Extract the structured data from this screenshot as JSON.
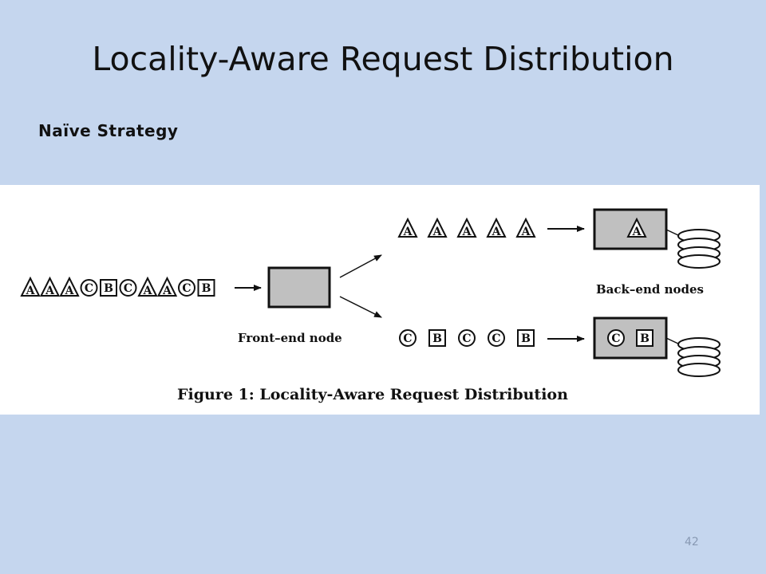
{
  "slide": {
    "title": "Locality-Aware Request Distribution",
    "subtitle": "Naïve Strategy",
    "page_number": "42"
  },
  "figure": {
    "caption": "Figure 1: Locality-Aware Request Distribution",
    "front_end_label": "Front–end node",
    "back_end_label": "Back–end nodes",
    "incoming_queue": [
      {
        "shape": "triangle",
        "label": "A"
      },
      {
        "shape": "triangle",
        "label": "A"
      },
      {
        "shape": "triangle",
        "label": "A"
      },
      {
        "shape": "circle",
        "label": "C"
      },
      {
        "shape": "square",
        "label": "B"
      },
      {
        "shape": "circle",
        "label": "C"
      },
      {
        "shape": "triangle",
        "label": "A"
      },
      {
        "shape": "triangle",
        "label": "A"
      },
      {
        "shape": "circle",
        "label": "C"
      },
      {
        "shape": "square",
        "label": "B"
      }
    ],
    "upper_queue": [
      {
        "shape": "triangle",
        "label": "A"
      },
      {
        "shape": "triangle",
        "label": "A"
      },
      {
        "shape": "triangle",
        "label": "A"
      },
      {
        "shape": "triangle",
        "label": "A"
      },
      {
        "shape": "triangle",
        "label": "A"
      }
    ],
    "lower_queue": [
      {
        "shape": "circle",
        "label": "C"
      },
      {
        "shape": "square",
        "label": "B"
      },
      {
        "shape": "circle",
        "label": "C"
      },
      {
        "shape": "circle",
        "label": "C"
      },
      {
        "shape": "square",
        "label": "B"
      }
    ],
    "upper_backend_cache": [
      {
        "shape": "triangle",
        "label": "A"
      }
    ],
    "lower_backend_cache": [
      {
        "shape": "circle",
        "label": "C"
      },
      {
        "shape": "square",
        "label": "B"
      }
    ],
    "colors": {
      "node_fill": "#c0c0c0",
      "stroke": "#111111",
      "background": "#c5d6ee"
    }
  }
}
